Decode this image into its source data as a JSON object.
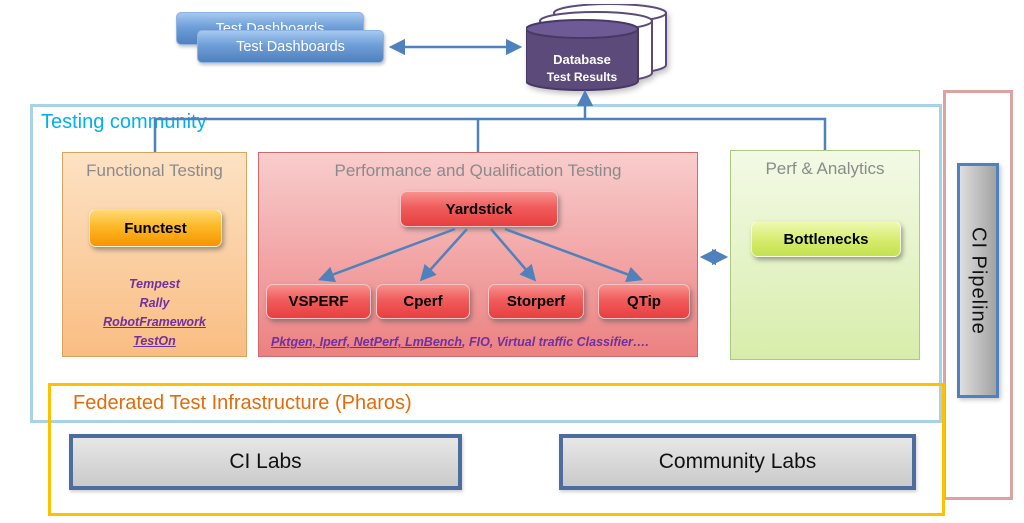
{
  "colors": {
    "arrow_blue": "#4f81bd",
    "community_border": "#a8d3e6",
    "community_label_text": "#00b0f0",
    "federated_border": "#ffc000",
    "federated_label_text": "#e36c0a",
    "database_purple": "#5b4a7a",
    "tool_text_purple": "#7030a0",
    "ci_outer_border": "#dda3a3"
  },
  "dashboards": {
    "back": "Test Dashboards",
    "front": "Test Dashboards"
  },
  "database": {
    "line1": "Database",
    "line2": "Test Results"
  },
  "community": {
    "label": "Testing community"
  },
  "functional": {
    "title": "Functional Testing",
    "button": "Functest",
    "tools": [
      "Tempest",
      "Rally",
      "RobotFramework",
      "TestOn"
    ]
  },
  "performance": {
    "title": "Performance and Qualification Testing",
    "main_button": "Yardstick",
    "buttons": [
      "VSPERF",
      "Cperf",
      "Storperf",
      "QTip"
    ],
    "footnote_underlined": "Pktgen, Iperf, NetPerf, LmBench",
    "footnote_rest": ", FIO, Virtual traffic Classifier…."
  },
  "analytics": {
    "title": "Perf & Analytics",
    "button": "Bottlenecks"
  },
  "ci_pipeline": {
    "label": "CI Pipeline"
  },
  "federated": {
    "label": "Federated Test Infrastructure (Pharos)",
    "labs": [
      "CI Labs",
      "Community Labs"
    ]
  }
}
